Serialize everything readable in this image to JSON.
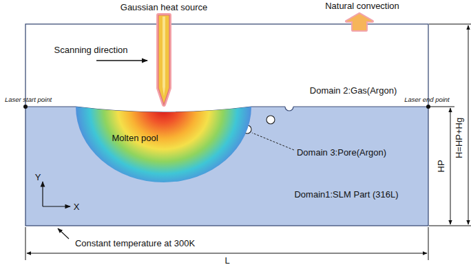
{
  "diagram": {
    "nodes": [
      {
        "text": [
          "Domain 2:Gas(Argon)"
        ]
      },
      {
        "text": [
          "Domain1:SLM Part (316L)"
        ]
      },
      {
        "text": [
          "Molten pool"
        ],
        "in": 1
      }
    ],
    "labels": [
      "Gaussian heat source",
      "Natural convection",
      "Scanning direction",
      "Laser start point",
      "Laser end point",
      "Domain 3:Pore(Argon)",
      "Y",
      "X",
      "Constant temperature at 300K",
      "L",
      "HP",
      "H=HP+Hg"
    ]
  }
}
